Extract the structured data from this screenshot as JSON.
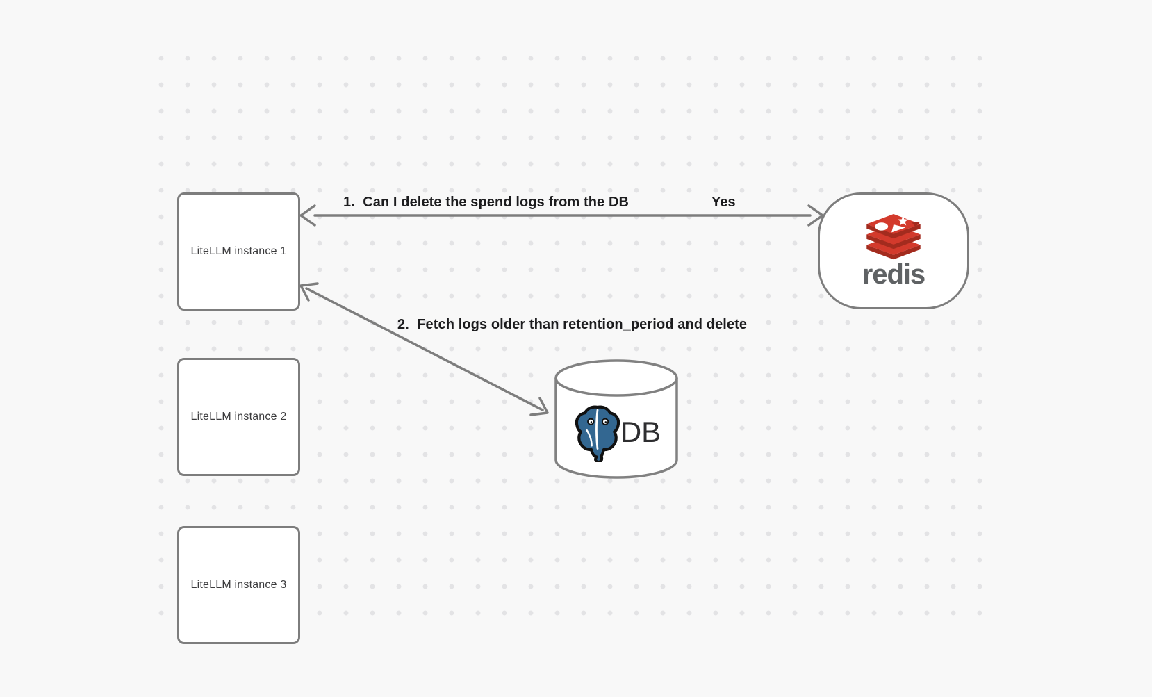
{
  "canvas": {
    "background_color": "#f8f8f8",
    "dot_color": "#e3e3e5"
  },
  "nodes": {
    "instances": [
      {
        "label": "LiteLLM instance 1"
      },
      {
        "label": "LiteLLM instance 2"
      },
      {
        "label": "LiteLLM instance 3"
      }
    ],
    "redis": {
      "wordmark": "redis"
    },
    "db": {
      "label": "DB"
    }
  },
  "edges": [
    {
      "label": "1.  Can I delete the spend logs from the DB",
      "response": "Yes",
      "between": "LiteLLM instance 1 and redis",
      "direction": "double-headed"
    },
    {
      "label": "2.  Fetch logs older than retention_period and delete",
      "between": "LiteLLM instance 1 and DB",
      "direction": "double-headed"
    }
  ],
  "colors": {
    "stroke_gray": "#7d7d7d",
    "redis_red": "#d33a2c",
    "redis_dark_red": "#a32b1e",
    "postgres_blue": "#336791",
    "label_text": "#1c1c1e"
  }
}
